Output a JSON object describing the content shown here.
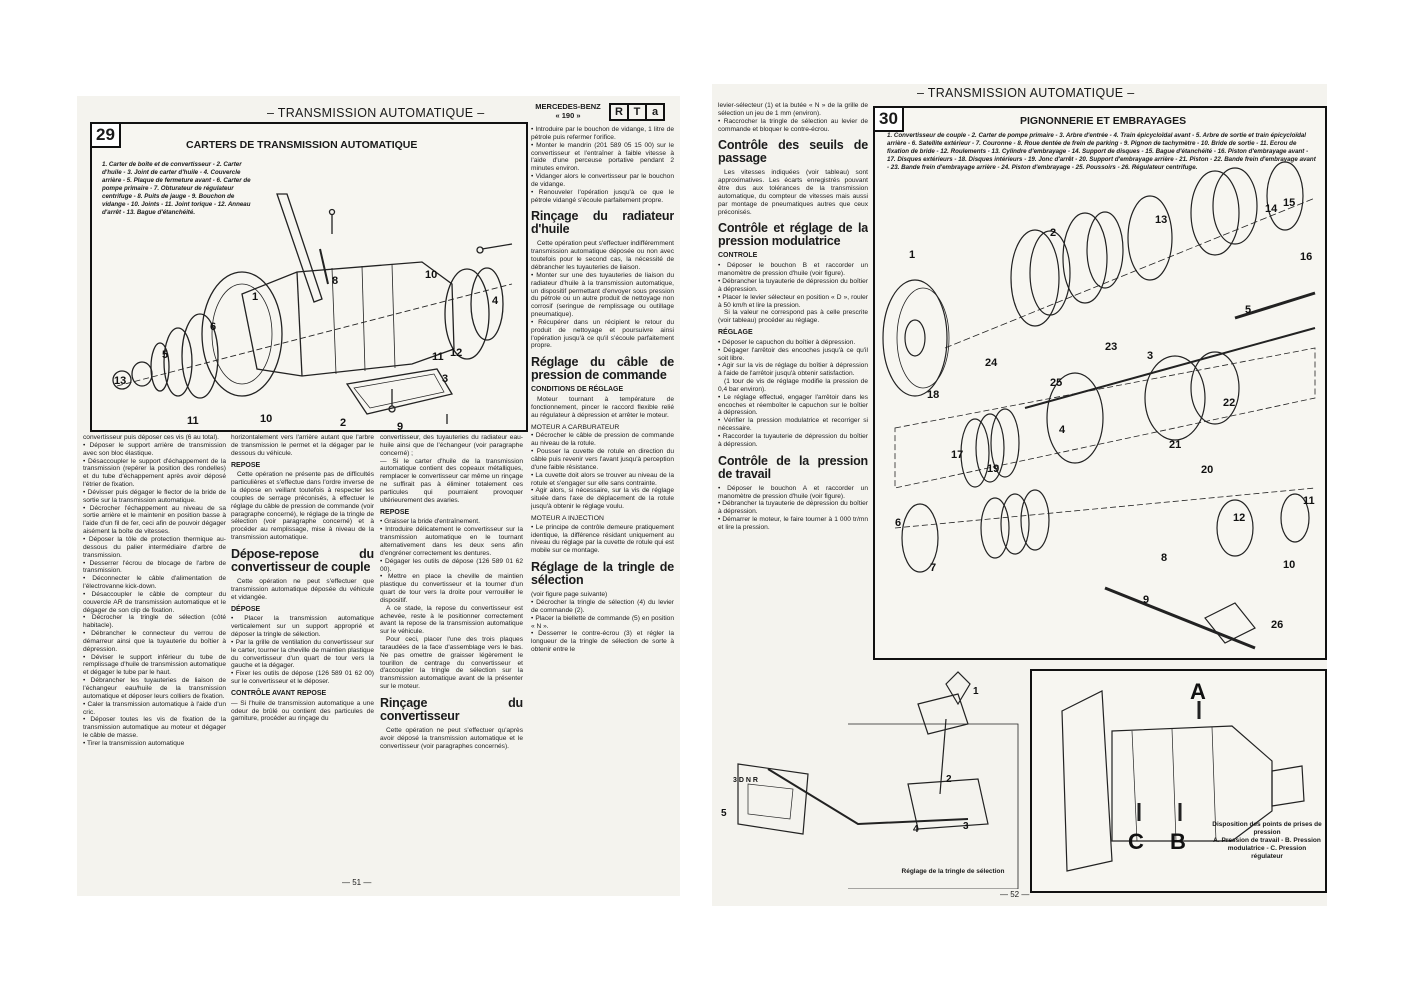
{
  "left_page": {
    "running_head": "– TRANSMISSION AUTOMATIQUE –",
    "brand_line1": "MERCEDES-BENZ",
    "brand_line2": "« 190 »",
    "logo_letters": [
      "R",
      "T",
      "a"
    ],
    "page_number": "— 51 —",
    "figure": {
      "number": "29",
      "title": "CARTERS DE TRANSMISSION AUTOMATIQUE",
      "legend": "1. Carter de boîte et de convertisseur - 2. Carter d'huile - 3. Joint de carter d'huile - 4. Couvercle arrière - 5. Plaque de fermeture avant - 6. Carter de pompe primaire - 7. Obturateur de régulateur centrifuge - 8. Puits de jauge - 9. Bouchon de vidange - 10. Joints - 11. Joint torique - 12. Anneau d'arrêt - 13. Bague d'étanchéité.",
      "callouts": [
        "1",
        "2",
        "3",
        "4",
        "5",
        "6",
        "8",
        "9",
        "10",
        "11",
        "12",
        "13",
        "10",
        "11"
      ]
    },
    "col1": [
      "convertisseur puis déposer ces vis (6 au total).",
      "• Déposer le support arrière de transmission avec son bloc élastique.",
      "• Désaccoupler le support d'échappement de la transmission (repérer la position des rondelles) et du tube d'échappement après avoir déposé l'étrier de fixation.",
      "• Dévisser puis dégager le flector de la bride de sortie sur la transmission automatique.",
      "• Décrocher l'échappement au niveau de sa sortie arrière et le maintenir en position basse à l'aide d'un fil de fer, ceci afin de pouvoir dégager aisément la boîte de vitesses.",
      "• Déposer la tôle de protection thermique au-dessous du palier intermédiaire d'arbre de transmission.",
      "• Desserrer l'écrou de blocage de l'arbre de transmission.",
      "• Déconnecter le câble d'alimentation de l'électrovanne kick-down.",
      "• Désaccoupler le câble de compteur du couvercle AR de transmission automatique et le dégager de son clip de fixation.",
      "• Décrocher la tringle de sélection (côté habitacle).",
      "• Débrancher le connecteur du verrou de démarreur ainsi que la tuyauterie du boîtier à dépression.",
      "• Déviser le support inférieur du tube de remplissage d'huile de transmission automatique et dégager le tube par le haut.",
      "• Débrancher les tuyauteries de liaison de l'échangeur eau/huile de la transmission automatique et déposer leurs colliers de fixation.",
      "• Caler la transmission automatique à l'aide d'un cric.",
      "• Déposer toutes les vis de fixation de la transmission automatique au moteur et dégager le câble de masse.",
      "• Tirer la transmission automatique"
    ],
    "col2_a": [
      "horizontalement vers l'arrière autant que l'arbre de transmission le permet et la dégager par le dessous du véhicule."
    ],
    "col2_repose_title": "REPOSE",
    "col2_b": [
      "Cette opération ne présente pas de difficultés particulières et s'effectue dans l'ordre inverse de la dépose en veillant toutefois à respecter les couples de serrage préconisés, à effectuer le réglage du câble de pression de commande (voir paragraphe concerné), le réglage de la tringle de sélection (voir paragraphe concerné) et à procéder au remplissage, mise à niveau de la transmission automatique."
    ],
    "col2_h2": "Dépose-repose du convertisseur de couple",
    "col2_c": [
      "Cette opération ne peut s'effectuer que transmission automatique déposée du véhicule et vidangée."
    ],
    "col2_depose_title": "DÉPOSE",
    "col2_d": [
      "• Placer la transmission automatique verticalement sur un support approprié et déposer la tringle de sélection.",
      "• Par la grille de ventilation du convertisseur sur le carter, tourner la cheville de maintien plastique du convertisseur d'un quart de tour vers la gauche et la dégager.",
      "• Fixer les outils de dépose (126 589 01 62 00) sur le convertisseur et le déposer."
    ],
    "col2_ctrl_title": "CONTRÔLE AVANT REPOSE",
    "col2_e": [
      "— Si l'huile de transmission automatique a une odeur de brûlé ou contient des particules de garniture, procéder au rinçage du"
    ],
    "col3_a": [
      "convertisseur, des tuyauteries du radiateur eau-huile ainsi que de l'échangeur (voir paragraphe concerné) ;",
      "— Si le carter d'huile de la transmission automatique contient des copeaux métalliques, remplacer le convertisseur car même un rinçage ne suffirait pas à éliminer totalement ces particules qui pourraient provoquer ultérieurement des avaries."
    ],
    "col3_repose_title": "REPOSE",
    "col3_b": [
      "• Graisser la bride d'entraînement.",
      "• Introduire délicatement le convertisseur sur la transmission automatique en le tournant alternativement dans les deux sens afin d'engréner correctement les dentures.",
      "• Dégager les outils de dépose (126 589 01 62 00).",
      "• Mettre en place la cheville de maintien plastique du convertisseur et la tourner d'un quart de tour vers la droite pour verrouiller le dispositif.",
      "A ce stade, la repose du convertisseur est achevée, reste à le positionner correctement avant la repose de la transmission automatique sur le véhicule.",
      "Pour ceci, placer l'une des trois plaques taraudées de la face d'assemblage vers le bas. Ne pas omettre de graisser légèrement le tourillon de centrage du convertisseur et d'accoupler la tringle de sélection sur la transmission automatique avant de la présenter sur le moteur."
    ],
    "col3_h2": "Rinçage du convertisseur",
    "col3_c": [
      "Cette opération ne peut s'effectuer qu'après avoir déposé la transmission automatique et le convertisseur (voir paragraphes concernés)."
    ],
    "col4_a": [
      "• Introduire par le bouchon de vidange, 1 litre de pétrole puis refermer l'orifice.",
      "• Monter le mandrin (201 589 05 15 00) sur le convertisseur et l'entraîner à faible vitesse à l'aide d'une perceuse portative pendant 2 minutes environ.",
      "• Vidanger alors le convertisseur par le bouchon de vidange.",
      "• Renouveler l'opération jusqu'à ce que le pétrole vidangé s'écoule parfaitement propre."
    ],
    "col4_h2a": "Rinçage du radiateur d'huile",
    "col4_b": [
      "Cette opération peut s'effectuer indifféremment transmission automatique déposée ou non avec toutefois pour le second cas, la nécessité de débrancher les tuyauteries de liaison.",
      "• Monter sur une des tuyauteries de liaison du radiateur d'huile à la transmission automatique, un dispositif permettant d'envoyer sous pression du pétrole ou un autre produit de nettoyage non corrosif (seringue de remplissage ou outillage pneumatique).",
      "• Récupérer dans un récipient le retour du produit de nettoyage et poursuivre ainsi l'opération jusqu'à ce qu'il s'écoule parfaitement propre."
    ],
    "col4_h2b": "Réglage du câble de pression de commande",
    "col4_cond_title": "CONDITIONS DE RÉGLAGE",
    "col4_c": [
      "Moteur tournant à température de fonctionnement, pincer le raccord flexible relié au régulateur à dépression et arrêter le moteur."
    ],
    "col4_carb_title": "MOTEUR A CARBURATEUR",
    "col4_d": [
      "• Décrocher le câble de pression de commande au niveau de la rotule.",
      "• Pousser la cuvette de rotule en direction du câble puis revenir vers l'avant jusqu'à perception d'une faible résistance.",
      "• La cuvette doit alors se trouver au niveau de la rotule et s'engager sur elle sans contrainte.",
      "• Agir alors, si nécessaire, sur la vis de réglage située dans l'axe de déplacement de la rotule jusqu'à obtenir le réglage voulu."
    ],
    "col4_inj_title": "MOTEUR A INJECTION",
    "col4_e": [
      "• Le principe de contrôle demeure pratiquement identique, la différence résidant uniquement au niveau du réglage par la cuvette de rotule qui est mobile sur ce montage."
    ],
    "col4_h2c": "Réglage de la tringle de sélection",
    "col4_f": [
      "(voir figure page suivante)",
      "• Décrocher la tringle de sélection (4) du levier de commande (2).",
      "• Placer la biellette de commande (5) en position « N ».",
      "• Desserrer le contre-écrou (3) et régler la longueur de la tringle de sélection de sorte à obtenir entre le"
    ]
  },
  "right_page": {
    "running_head": "– TRANSMISSION AUTOMATIQUE –",
    "page_number": "— 52 —",
    "col1_a": [
      "levier-sélecteur (1) et la butée « N » de la grille de sélection un jeu de 1 mm (environ).",
      "• Raccrocher la tringle de sélection au levier de commande et bloquer le contre-écrou."
    ],
    "col1_h2a": "Contrôle des seuils de passage",
    "col1_b": [
      "Les vitesses indiquées (voir tableau) sont approximatives. Les écarts enregistrés pouvant être dus aux tolérances de la transmission automatique, du compteur de vitesses mais aussi par montage de pneumatiques autres que ceux préconisés."
    ],
    "col1_h2b": "Contrôle et réglage de la pression modulatrice",
    "col1_ctrl_title": "CONTROLE",
    "col1_c": [
      "• Déposer le bouchon B et raccorder un manomètre de pression d'huile (voir figure).",
      "• Débrancher la tuyauterie de dépression du boîtier à dépression.",
      "• Placer le levier sélecteur en position « D », rouler à 50 km/h et lire la pression.",
      "Si la valeur ne correspond pas à celle prescrite (voir tableau) procéder au réglage."
    ],
    "col1_regl_title": "RÉGLAGE",
    "col1_d": [
      "• Déposer le capuchon du boîtier à dépression.",
      "• Dégager l'arrêtoir des encoches jusqu'à ce qu'il soit libre.",
      "• Agir sur la vis de réglage du boîtier à dépression à l'aide de l'arrêtoir jusqu'à obtenir satisfaction.",
      "(1 tour de vis de réglage modifie la pression de 0,4 bar environ).",
      "• Le réglage effectué, engager l'arrêtoir dans les encoches et réemboîter le capuchon sur le boîtier à dépression.",
      "• Vérifier la pression modulatrice et recorriger si nécessaire.",
      "• Raccorder la tuyauterie de dépression du boîtier à dépression."
    ],
    "col1_h2c": "Contrôle de la pression de travail",
    "col1_e": [
      "• Déposer le bouchon A et raccorder un manomètre de pression d'huile (voir figure).",
      "• Débrancher la tuyauterie de dépression du boîtier à dépression.",
      "• Démarrer le moteur, le faire tourner à 1 000 tr/mn et lire la pression."
    ],
    "figure": {
      "number": "30",
      "title": "PIGNONNERIE ET EMBRAYAGES",
      "legend": "1. Convertisseur de couple - 2. Carter de pompe primaire - 3. Arbre d'entrée - 4. Train épicycloïdal avant - 5. Arbre de sortie et train épicycloïdal arrière - 6. Satellite extérieur - 7. Couronne - 8. Roue dentée de frein de parking - 9. Pignon de tachymètre - 10. Bride de sortie - 11. Ecrou de fixation de bride - 12. Roulements - 13. Cylindre d'embrayage - 14. Support de disques - 15. Bague d'étanchéité - 16. Piston d'embrayage avant - 17. Disques extérieurs - 18. Disques intérieurs - 19. Jonc d'arrêt - 20. Support d'embrayage arrière - 21. Piston - 22. Bande frein d'embrayage avant - 23. Bande frein d'embrayage arrière - 24. Piston d'embrayage - 25. Poussoirs - 26. Régulateur centrifuge."
    },
    "linkage_figure": {
      "caption": "Réglage de la tringle de sélection",
      "gate_letters": "3 D N R",
      "callouts": [
        "1",
        "2",
        "3",
        "4",
        "5"
      ]
    },
    "pressure_figure": {
      "caption": "Disposition des points de prises de pression\nA. Pression de travail - B. Pression modulatrice - C. Pression régulateur",
      "label_a": "A",
      "label_b": "B",
      "label_c": "C"
    }
  },
  "colors": {
    "paper": "#f4f3ee",
    "ink": "#1a1a1a",
    "frame": "#111111"
  }
}
